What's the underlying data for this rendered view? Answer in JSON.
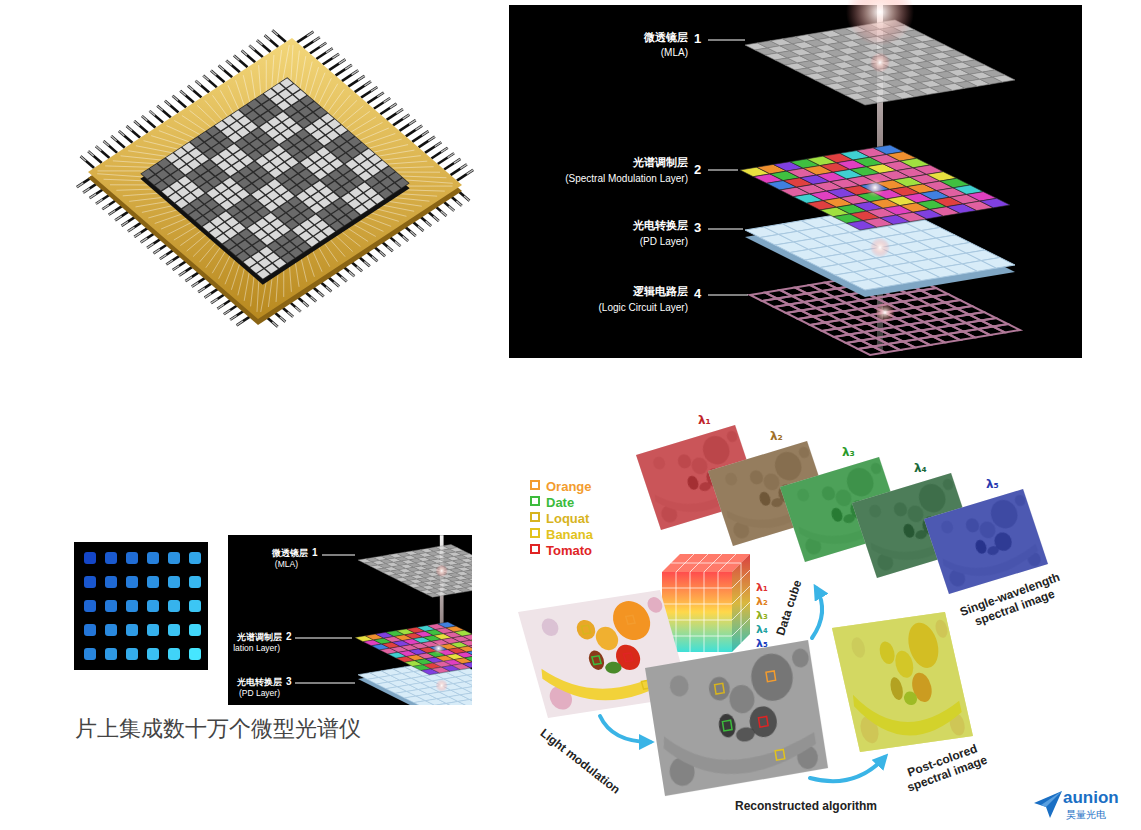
{
  "diagram": {
    "caption": "片上集成数十万个微型光谱仪",
    "labels": [
      "微透镜层",
      "(MLA)",
      "1",
      "光谱调制层",
      "(Spectral Modulation Layer)",
      "2",
      "光电转换层",
      "(PD Layer)",
      "3",
      "逻辑电路层",
      "(Logic Circuit Layer)",
      "4",
      "微透镜层",
      "(MLA)",
      "1",
      "光谱调制层",
      "lation Layer)",
      "2",
      "光电转换层",
      "(PD Layer)",
      "3",
      "λ₁",
      "λ₂",
      "λ₃",
      "λ₄",
      "λ₅",
      "λ₁",
      "λ₂",
      "λ₃",
      "λ₄",
      "λ₅",
      "Single-wavelength spectral image",
      "Data cube",
      "Light modulation",
      "Post-colored spectral image",
      "Reconstructed algorithm",
      "aunion",
      "昊量光电"
    ],
    "legend": [
      {
        "text": "Orange",
        "color": "#f39c2e"
      },
      {
        "text": "Date",
        "color": "#3cbb3c"
      },
      {
        "text": "Loquat",
        "color": "#d7b41e"
      },
      {
        "text": "Banana",
        "color": "#e2c31c"
      },
      {
        "text": "Tomato",
        "color": "#e02424"
      }
    ]
  }
}
